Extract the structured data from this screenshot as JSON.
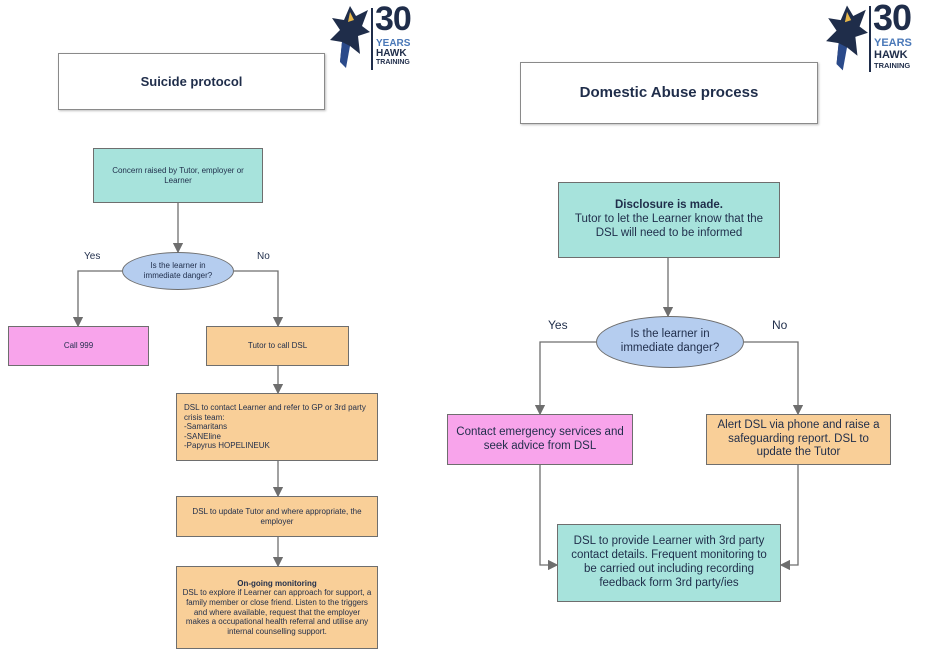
{
  "logo": {
    "number": "30",
    "line1": "YEARS",
    "line2": "HAWK",
    "line3": "TRAINING"
  },
  "suicide": {
    "title": "Suicide protocol",
    "concern": "Concern raised by Tutor, employer or Learner",
    "question": "Is the learner in immediate danger?",
    "yes": "Yes",
    "no": "No",
    "call999": "Call 999",
    "tutor_call": "Tutor to call DSL",
    "dsl_contact_lines": [
      "DSL to contact Learner and refer to GP or 3rd party crisis team:",
      "-Samaritans",
      "-SANEline",
      "-Papyrus HOPELINEUK"
    ],
    "dsl_update": "DSL to update Tutor and where appropriate, the employer",
    "ongoing_title": "On-going monitoring",
    "ongoing_body": "DSL to explore if Learner can approach for support, a family member or close friend. Listen to the triggers and where available, request that the employer makes a occupational health referral and utilise any internal counselling support."
  },
  "domestic": {
    "title": "Domestic Abuse process",
    "disclosure_title": "Disclosure is made.",
    "disclosure_body": "Tutor to let the Learner know that the DSL will need to be informed",
    "question": "Is the learner in immediate danger?",
    "yes": "Yes",
    "no": "No",
    "emergency": "Contact emergency services and seek advice from DSL",
    "alert": "Alert DSL via phone and raise a safeguarding report. DSL to update the Tutor",
    "provide": "DSL to provide Learner with 3rd party contact details. Frequent monitoring to be carried out including recording feedback form 3rd party/ies"
  },
  "colors": {
    "teal": "#a7e3dc",
    "orange": "#f9cf98",
    "pink": "#f8a4eb",
    "oval": "#b5cdef",
    "navy": "#1f2d4a",
    "logo_blue": "#4a78b8"
  }
}
